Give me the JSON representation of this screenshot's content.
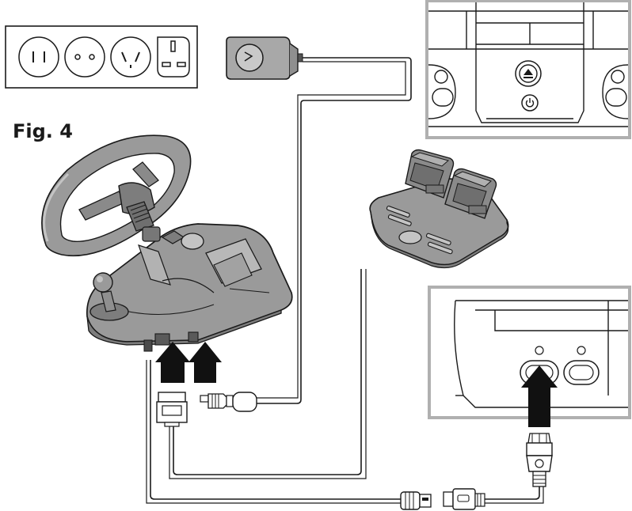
{
  "figure": {
    "label": "Fig. 4"
  },
  "colors": {
    "outline": "#1a1a1a",
    "device_body": "#9a9a9a",
    "device_shadow": "#7d7d7d",
    "device_light": "#c4c4c4",
    "panel_fill": "#ffffff",
    "console_frame": "#b0b0b0",
    "arrow": "#111111",
    "cable": "#1a1a1a"
  },
  "components": {
    "outlets": [
      "two-flat-pin-outlet-icon",
      "two-round-pin-outlet-icon",
      "angled-pin-outlet-icon",
      "three-square-pin-outlet-icon"
    ],
    "items": [
      "power-adapter",
      "steering-wheel-base",
      "pedal-unit",
      "console-front-panel",
      "console-controller-port",
      "usb-connector",
      "console-controller-plug",
      "serial-port-connector",
      "dc-power-plug"
    ],
    "console_buttons": [
      "eject-icon",
      "power-icon"
    ]
  }
}
